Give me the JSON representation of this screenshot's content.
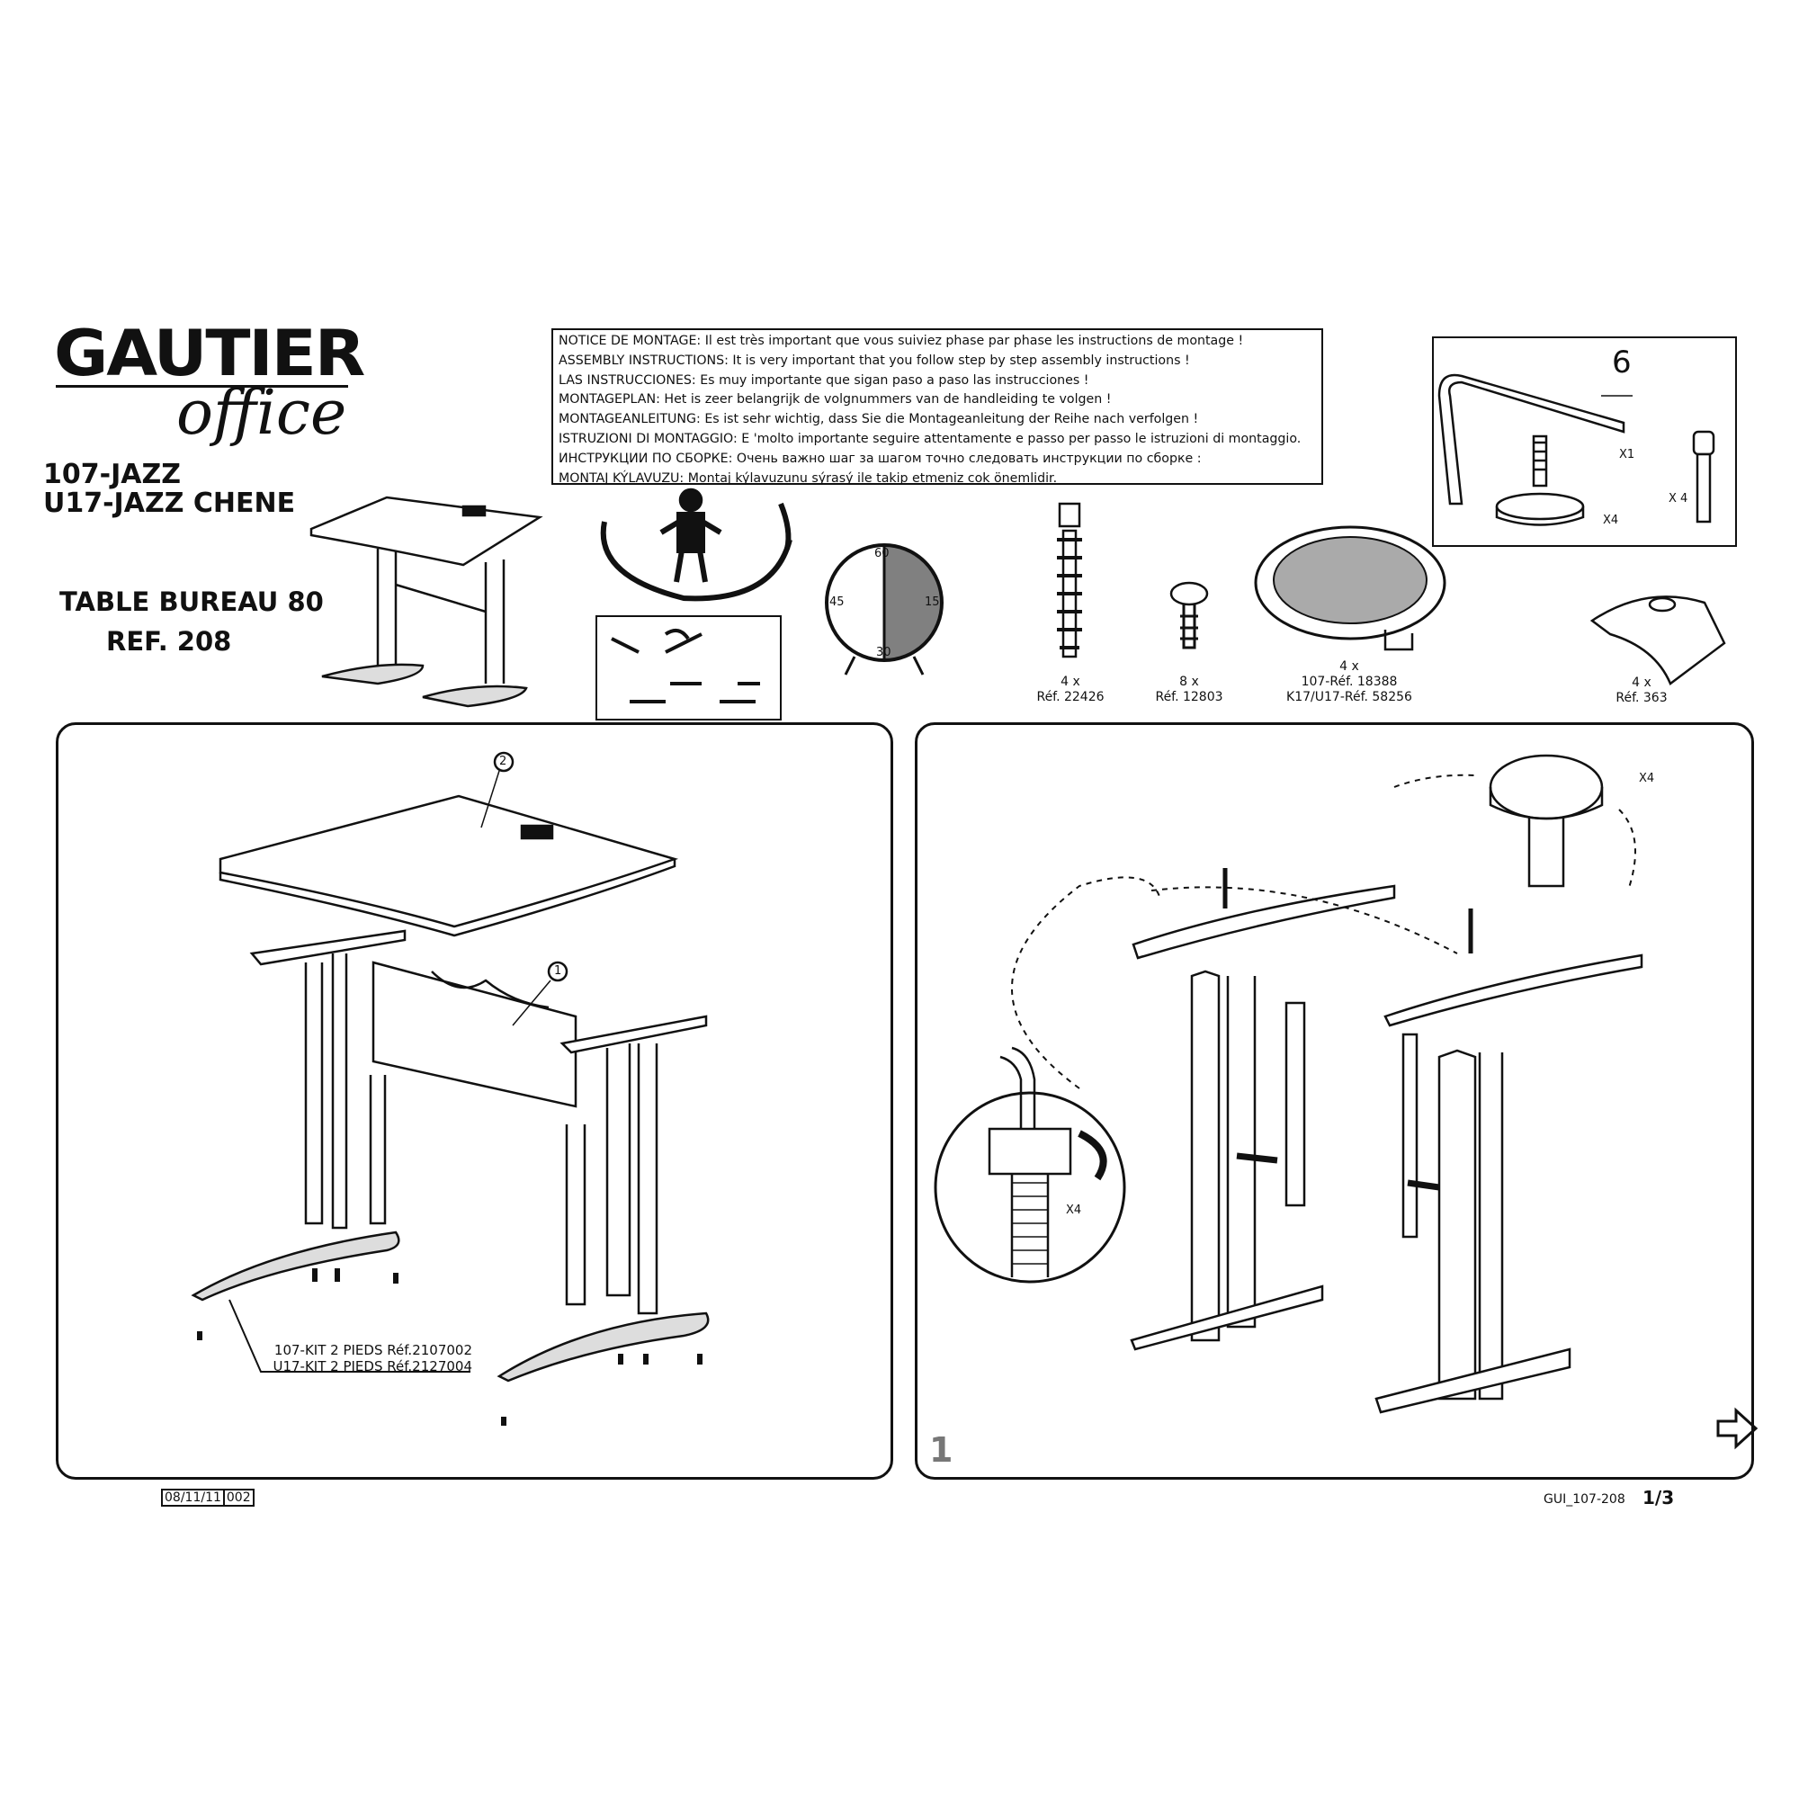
{
  "brand": {
    "name": "GAUTIER",
    "sub": "office"
  },
  "models": [
    "107-JAZZ",
    "U17-JAZZ CHENE"
  ],
  "product": {
    "title": "TABLE BUREAU 80",
    "ref": "REF. 208"
  },
  "notice": [
    {
      "label": "NOTICE DE MONTAGE:",
      "text": " Il est très important que vous suiviez phase par phase les instructions de montage !"
    },
    {
      "label": "ASSEMBLY INSTRUCTIONS:",
      "text": " It is very important that you follow step by step assembly instructions !"
    },
    {
      "label": "LAS INSTRUCCIONES:",
      "text": " Es muy importante que sigan paso a paso las instrucciones !"
    },
    {
      "label": "MONTAGEPLAN:",
      "text": " Het is zeer belangrijk de volgnummers van de handleiding te volgen !"
    },
    {
      "label": "MONTAGEANLEITUNG:",
      "text": " Es ist sehr wichtig, dass Sie die Montageanleitung der Reihe nach verfolgen !"
    },
    {
      "label": "ISTRUZIONI DI MONTAGGIO:",
      "text": " E 'molto importante seguire attentamente e passo per passo le istruzioni di montaggio."
    },
    {
      "label": "ИНСТРУКЦИИ ПО СБОРКЕ:",
      "text": " Очень важно шаг за шагом точно следовать инструкции по сборке :"
    },
    {
      "label": "MONTAJ KÝLAVUZU:",
      "text": " Montaj kýlavuzunu sýrasý ile takip etmeniz cok önemlidir."
    }
  ],
  "clock": {
    "t60": "60",
    "t15": "15",
    "t30": "30",
    "t45": "45"
  },
  "tools": {
    "hex_size": "6",
    "hex_qty": "X1",
    "foot_qty": "X4",
    "bolt_qty": "X 4"
  },
  "parts": [
    {
      "qty": "4 x",
      "ref": "Réf. 22426"
    },
    {
      "qty": "8 x",
      "ref": "Réf. 12803"
    },
    {
      "qty": "4 x",
      "ref": "107-Réf. 18388",
      "ref2": "K17/U17-Réf. 58256"
    },
    {
      "qty": "4 x",
      "ref": "Réf. 363"
    }
  ],
  "left_panel": {
    "callout_1": "1",
    "callout_2": "2",
    "kit_line1": "107-KIT 2 PIEDS Réf.2107002",
    "kit_line2": "U17-KIT 2 PIEDS Réf.2127004"
  },
  "right_panel": {
    "step": "1",
    "qty_foot": "X4",
    "qty_detail": "X4"
  },
  "footer": {
    "date": "08/11/11",
    "code": "002",
    "doc": "GUI_107-208",
    "page": "1/3"
  }
}
